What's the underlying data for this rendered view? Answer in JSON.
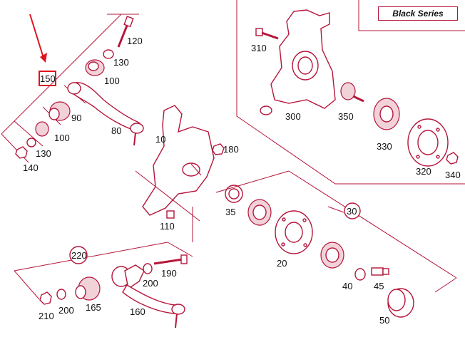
{
  "note": {
    "label": "Black Series"
  },
  "highlight": {
    "label": "150",
    "color": "#e0141e"
  },
  "colors": {
    "line": "#b5153a",
    "fill": "#f2d2d9",
    "arrow": "#e0141e"
  },
  "callouts": {
    "c10": "10",
    "c20": "20",
    "c30": "30",
    "c35": "35",
    "c40": "40",
    "c45": "45",
    "c50": "50",
    "c80": "80",
    "c90": "90",
    "c100a": "100",
    "c100b": "100",
    "c110": "110",
    "c120": "120",
    "c130a": "130",
    "c130b": "130",
    "c140": "140",
    "c160": "160",
    "c165": "165",
    "c180": "180",
    "c190": "190",
    "c200a": "200",
    "c200b": "200",
    "c210": "210",
    "c220": "220",
    "c300": "300",
    "c310": "310",
    "c320": "320",
    "c330": "330",
    "c340": "340",
    "c350": "350"
  }
}
